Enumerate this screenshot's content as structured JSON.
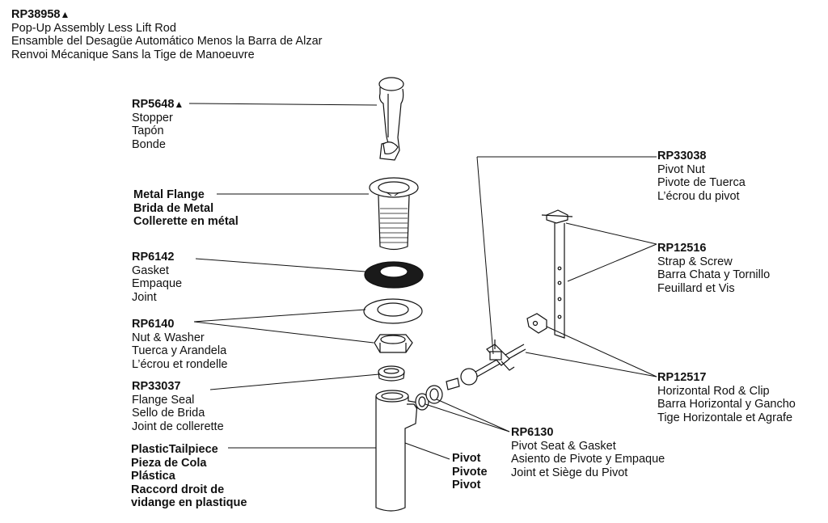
{
  "header": {
    "part": "RP38958",
    "mark": "▲",
    "lines": [
      "Pop-Up Assembly Less Lift Rod",
      "Ensamble del Desagüe Automático Menos la Barra de Alzar",
      "Renvoi Mécanique Sans la Tige de Manoeuvre"
    ]
  },
  "stopper": {
    "part": "RP5648",
    "mark": "▲",
    "lines": [
      "Stopper",
      "Tapón",
      "Bonde"
    ]
  },
  "flange": {
    "lines": [
      "Metal Flange",
      "Brida de Metal",
      "Collerette en métal"
    ]
  },
  "gasket": {
    "part": "RP6142",
    "lines": [
      "Gasket",
      "Empaque",
      "Joint"
    ]
  },
  "nut_washer": {
    "part": "RP6140",
    "lines": [
      "Nut & Washer",
      "Tuerca y Arandela",
      "L’écrou et rondelle"
    ]
  },
  "flange_seal": {
    "part": "RP33037",
    "lines": [
      "Flange Seal",
      "Sello de Brida",
      "Joint de collerette"
    ]
  },
  "tailpiece": {
    "lines": [
      "PlasticTailpiece",
      "Pieza de Cola",
      "Plástica",
      "Raccord droit de",
      "vidange en plastique"
    ]
  },
  "pivot": {
    "lines": [
      "Pivot",
      "Pivote",
      "Pivot"
    ]
  },
  "pivot_seat": {
    "part": "RP6130",
    "lines": [
      "Pivot Seat & Gasket",
      "Asiento de Pivote y Empaque",
      "Joint et Siège du Pivot"
    ]
  },
  "pivot_nut": {
    "part": "RP33038",
    "lines": [
      "Pivot Nut",
      "Pivote de Tuerca",
      "L’écrou du pivot"
    ]
  },
  "strap": {
    "part": "RP12516",
    "lines": [
      "Strap & Screw",
      "Barra Chata y Tornillo",
      "Feuillard et Vis"
    ]
  },
  "rod_clip": {
    "part": "RP12517",
    "lines": [
      "Horizontal Rod & Clip",
      "Barra Horizontal y Gancho",
      "Tige Horizontale et Agrafe"
    ]
  }
}
